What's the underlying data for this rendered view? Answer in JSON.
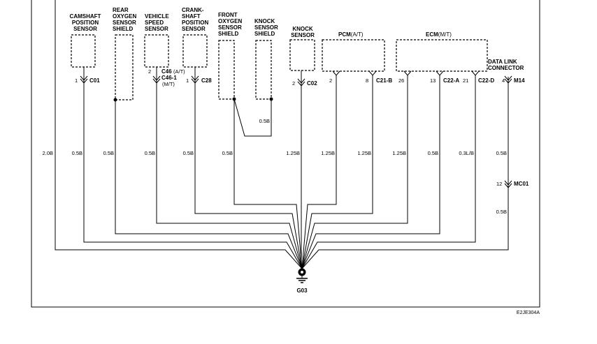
{
  "components": {
    "camshaft": [
      "CAMSHAFT",
      "POSITION",
      "SENSOR"
    ],
    "rear_o2_shield": [
      "REAR",
      "OXYGEN",
      "SENSOR",
      "SHIELD"
    ],
    "vss": [
      "VEHICLE",
      "SPEED",
      "SENSOR"
    ],
    "crankshaft": [
      "CRANK-",
      "SHAFT",
      "POSITION",
      "SENSOR"
    ],
    "front_o2_shield": [
      "FRONT",
      "OXYGEN",
      "SENSOR",
      "SHIELD"
    ],
    "knock_shield": [
      "KNOCK",
      "SENSOR",
      "SHIELD"
    ],
    "knock": [
      "KNOCK",
      "SENSOR"
    ],
    "pcm": {
      "name": "PCM",
      "suffix": "(A/T)"
    },
    "ecm": {
      "name": "ECM",
      "suffix": "(M/T)"
    },
    "dlc": [
      "DATA LINK",
      "CONNECTOR"
    ]
  },
  "connectors": {
    "c01": "C01",
    "c46": "C46",
    "c46_at": "(A/T)",
    "c46_1": "C46-1",
    "c46_mt": "(M/T)",
    "c28": "C28",
    "c02": "C02",
    "c21b": "C21-B",
    "c22a": "C22-A",
    "c22d": "C22-D",
    "m14": "M14",
    "mc01": "MC01"
  },
  "pins": {
    "camshaft": "1",
    "vss": "2",
    "crank": "1",
    "knock": "2",
    "pcm_a": "2",
    "pcm_b": "8",
    "ecm_a": "26",
    "ecm_b": "13",
    "ecm_c": "21",
    "dlc": "4",
    "mc01": "12"
  },
  "wires": {
    "w_2_0b": "2.0B",
    "w1": "0.5B",
    "w2": "0.5B",
    "w3": "0.5B",
    "w4": "0.5B",
    "w5": "0.5B",
    "w6": "0.5B",
    "w7": "1.25B",
    "w8": "1.25B",
    "w9": "1.25B",
    "w10": "1.25B",
    "w11": "0.5B",
    "w12": "0.3L/B",
    "w13": "0.5B",
    "w14": "0.5B"
  },
  "ground": "G03",
  "figure_id": "E2JE304A"
}
